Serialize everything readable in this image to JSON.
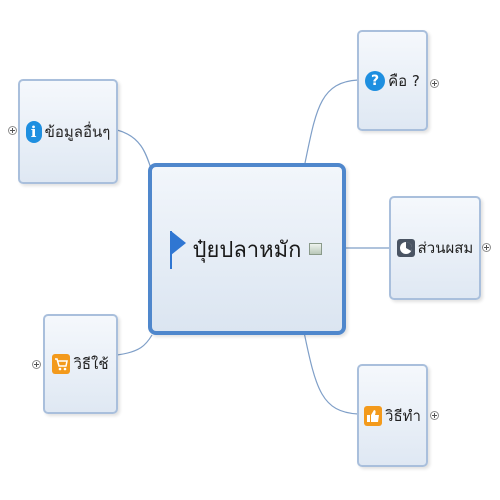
{
  "central": {
    "label": "ปุ๋ยปลาหมัก",
    "flag_icon": "flag-icon",
    "note_icon": "note-icon"
  },
  "topics": [
    {
      "id": "khue",
      "label": "คือ ?",
      "icon": "question-icon"
    },
    {
      "id": "suanphasom",
      "label": "ส่วนผสม",
      "icon": "pie-chart-icon"
    },
    {
      "id": "withitham",
      "label": "วิธีทำ",
      "icon": "thumbs-up-icon"
    },
    {
      "id": "khomun",
      "label": "ข้อมูลอื่นๆ",
      "icon": "info-icon"
    },
    {
      "id": "withichai",
      "label": "วิธีใช้",
      "icon": "cart-icon"
    }
  ],
  "colors": {
    "central_border": "#4f87cc",
    "topic_border": "#a9bfdc",
    "connector": "#7f9fc8"
  }
}
